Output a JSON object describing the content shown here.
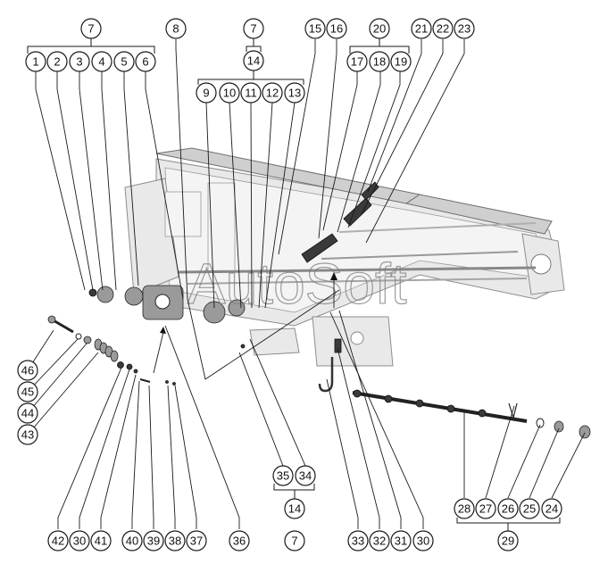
{
  "watermark": "AutoSoft",
  "callouts": [
    "1",
    "2",
    "3",
    "4",
    "5",
    "6",
    "7",
    "8",
    "9",
    "10",
    "11",
    "12",
    "13",
    "14",
    "15",
    "16",
    "17",
    "18",
    "19",
    "20",
    "21",
    "22",
    "23",
    "24",
    "25",
    "26",
    "27",
    "28",
    "29",
    "30",
    "31",
    "32",
    "33",
    "34",
    "35",
    "36",
    "37",
    "38",
    "39",
    "40",
    "41",
    "42",
    "43",
    "44",
    "45",
    "46"
  ],
  "group_labels": {
    "assembly_top_left": "7",
    "assembly_top_mid": "7",
    "sub_top_mid": "14",
    "group_17_19": "20",
    "sub_bottom_mid": "14",
    "assembly_bottom_mid": "7",
    "group_24_28": "29"
  }
}
